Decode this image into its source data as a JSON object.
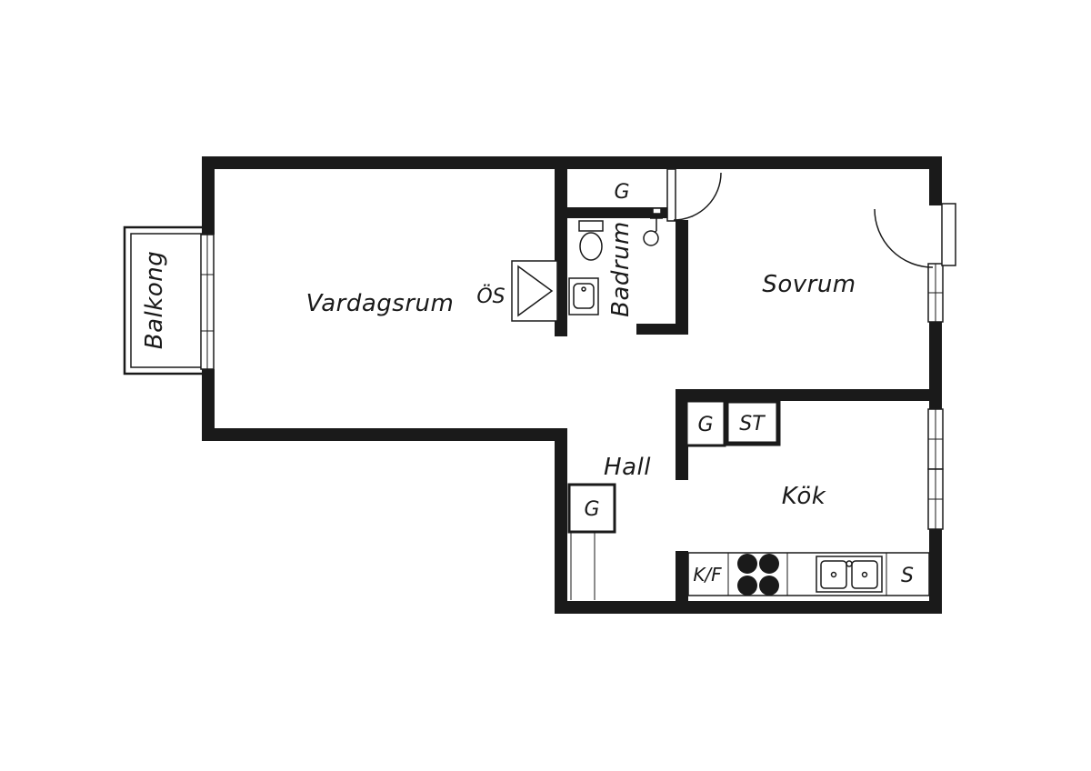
{
  "colors": {
    "background": "#ffffff",
    "ink": "#1a1a1a"
  },
  "plan": {
    "balcony": "Balkong",
    "living_room": "Vardagsrum",
    "fireplace": "ÖS",
    "wardrobe_top": "G",
    "bathroom": "Badrum",
    "bedroom": "Sovrum",
    "hall": "Hall",
    "wardrobe_hall": "G",
    "wardrobe_mid": "G",
    "cleaning_closet": "ST",
    "kitchen": "Kök",
    "fridge_freezer": "K/F",
    "pantry": "S"
  }
}
